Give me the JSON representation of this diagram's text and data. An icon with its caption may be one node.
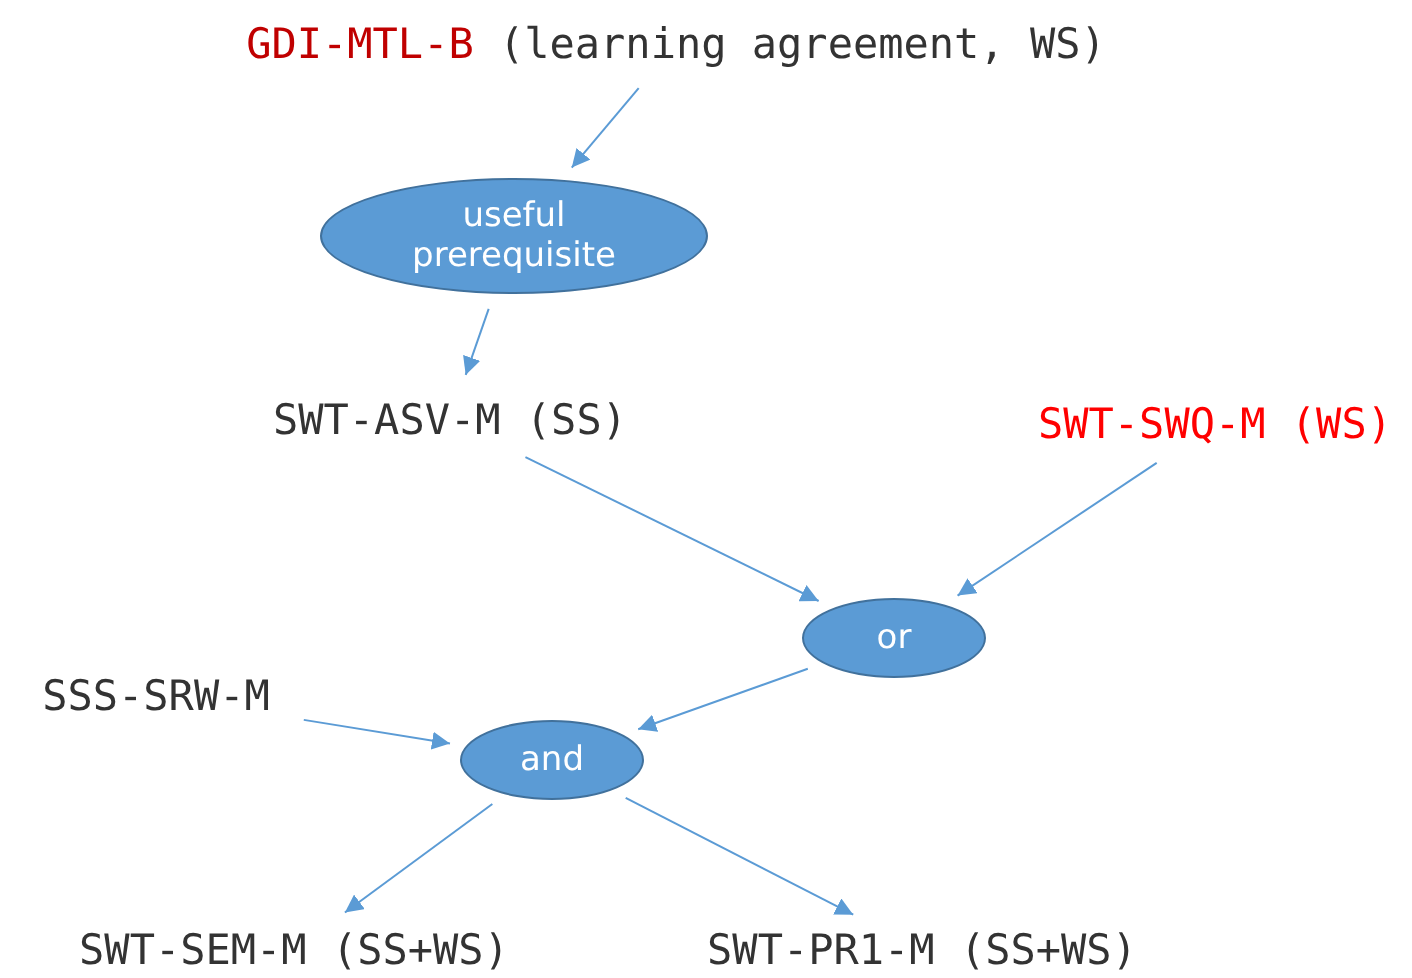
{
  "diagram": {
    "nodes": [
      {
        "text": [
          "GDI-MTL-B",
          "(learning agreement, WS)"
        ]
      },
      {
        "text": [
          "useful prerequisite"
        ]
      },
      {
        "text": [
          "SWT-ASV-M (SS)"
        ]
      },
      {
        "text": [
          "SWT-SWQ-M (WS)"
        ]
      },
      {
        "text": [
          "or"
        ]
      },
      {
        "text": [
          "SSS-SRW-M"
        ]
      },
      {
        "text": [
          "and"
        ]
      },
      {
        "text": [
          "SWT-SEM-M (SS+WS)"
        ]
      },
      {
        "text": [
          "SWT-PR1-M (SS+WS)"
        ]
      }
    ],
    "edges": [
      {
        "from": 0,
        "to": 1,
        "arrow": "to"
      },
      {
        "from": 1,
        "to": 2,
        "arrow": "to"
      },
      {
        "from": 2,
        "to": 4,
        "arrow": "to"
      },
      {
        "from": 3,
        "to": 4,
        "arrow": "to"
      },
      {
        "from": 4,
        "to": 6,
        "arrow": "to"
      },
      {
        "from": 5,
        "to": 6,
        "arrow": "to"
      },
      {
        "from": 6,
        "to": 7,
        "arrow": "to"
      },
      {
        "from": 6,
        "to": 8,
        "arrow": "to"
      }
    ]
  }
}
